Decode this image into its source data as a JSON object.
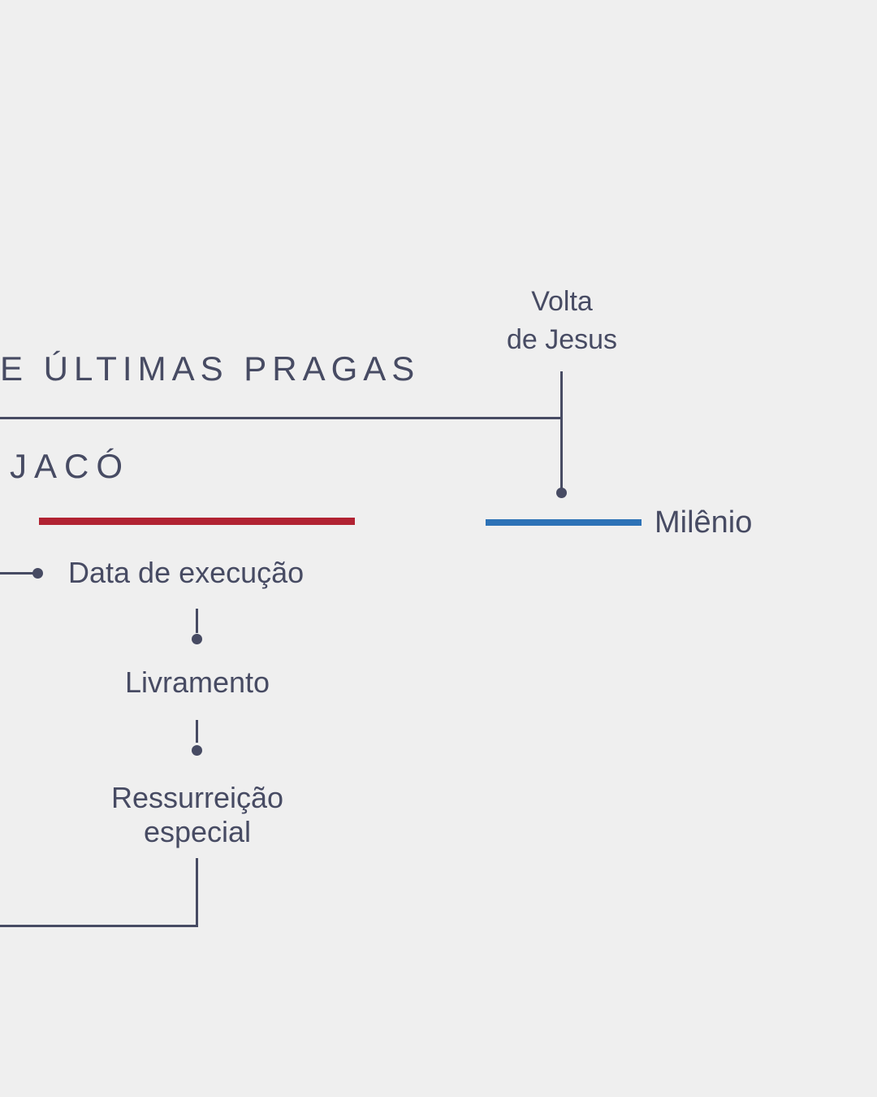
{
  "canvas": {
    "background": "#EFEFEF"
  },
  "colors": {
    "ink": "#474B63",
    "execution_line_red": "#B12232",
    "millennium_line_blue": "#2D72B6"
  },
  "header": {
    "title": "E ÚLTIMAS PRAGAS",
    "subtitle": "JACÓ"
  },
  "timeline": {
    "volta_line1": "Volta",
    "volta_line2": "de Jesus",
    "milenio": "Milênio"
  },
  "flow": {
    "step1": "Data de execução",
    "step2": "Livramento",
    "step3_line1": "Ressurreição",
    "step3_line2": "especial"
  }
}
